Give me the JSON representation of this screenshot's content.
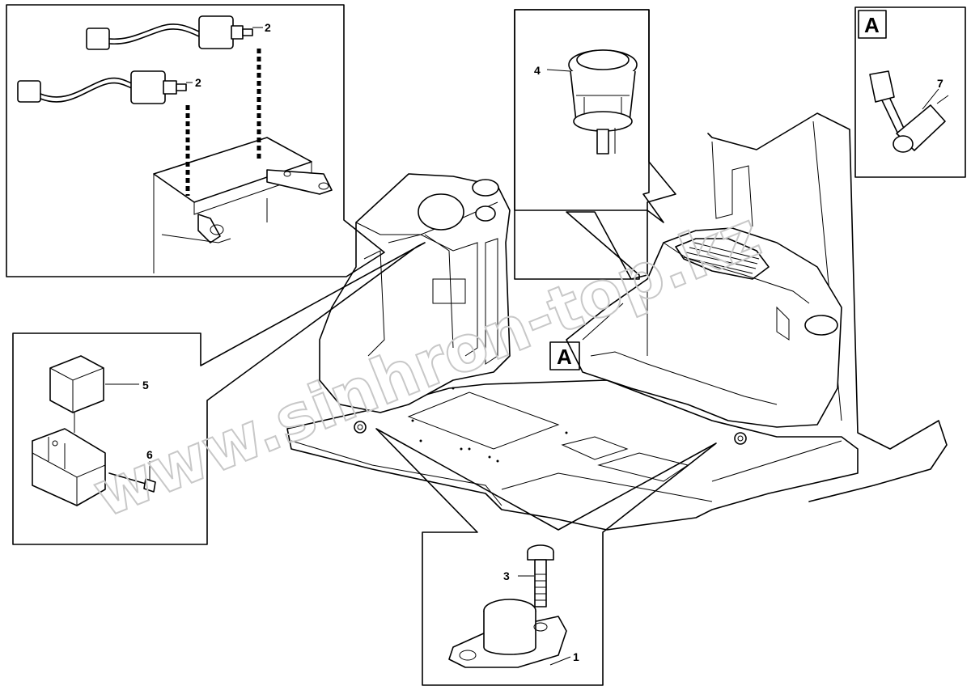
{
  "callouts": {
    "part_1": "1",
    "part_2_upper": "2",
    "part_2_lower": "2",
    "part_3": "3",
    "part_4": "4",
    "part_5": "5",
    "part_6": "6",
    "part_7": "7"
  },
  "view_markers": {
    "detail_box": "A",
    "main_view": "A"
  },
  "watermark": "www.sinhron-top.kz"
}
